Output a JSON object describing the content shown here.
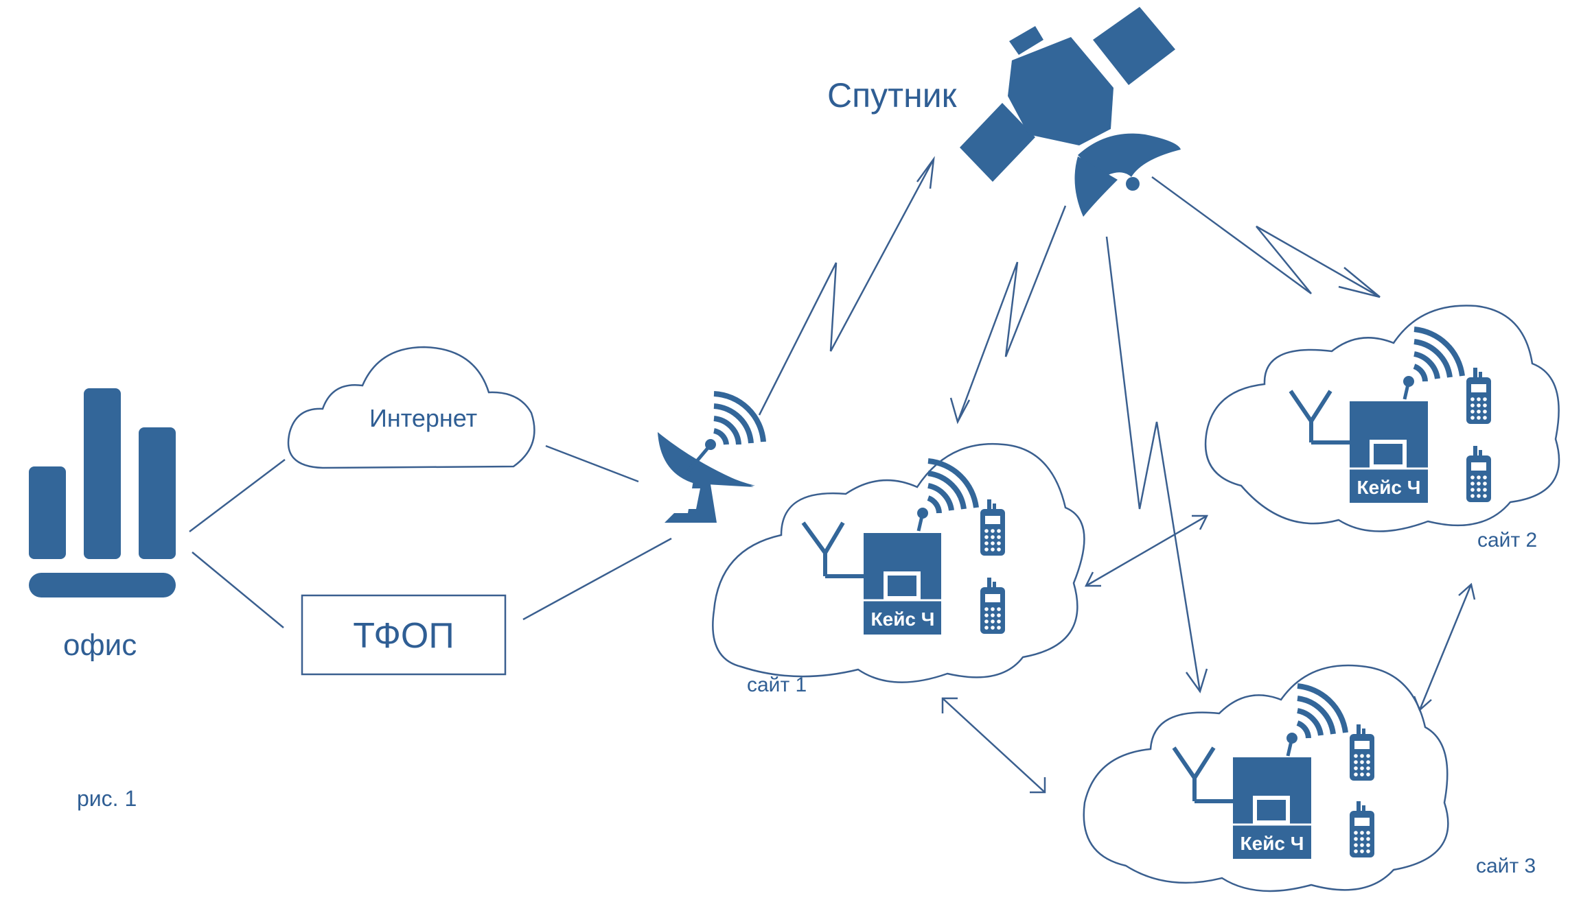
{
  "colors": {
    "primary": "#336699",
    "line": "#3a5f8f",
    "text": "#2f5e94",
    "background": "#ffffff"
  },
  "labels": {
    "satellite": "Спутник",
    "internet": "Интернет",
    "pstn": "ТФОП",
    "office": "офис",
    "figure": "рис. 1"
  },
  "sites": [
    {
      "name": "сайт 1",
      "case_label": "Кейс Ч"
    },
    {
      "name": "сайт 2",
      "case_label": "Кейс Ч"
    },
    {
      "name": "сайт 3",
      "case_label": "Кейс Ч"
    }
  ],
  "icons": [
    "office-building-icon",
    "satellite-icon",
    "satellite-dish-icon",
    "antenna-icon",
    "wifi-signal-icon",
    "radio-handset-icon",
    "case-station-icon",
    "cloud-icon"
  ]
}
